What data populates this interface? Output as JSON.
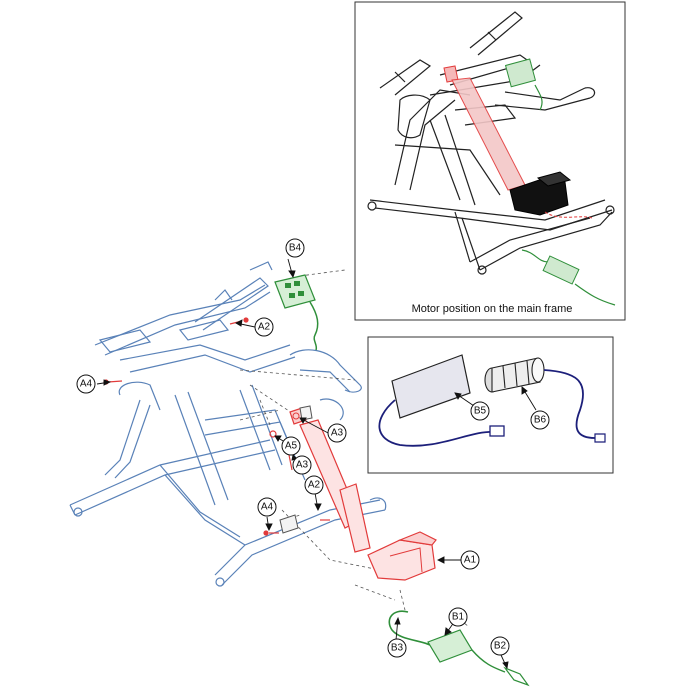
{
  "inset_caption": "Motor position on the main frame",
  "callouts": {
    "A1": "A1",
    "A2_upper": "A2",
    "A2_lower": "A2",
    "A3_upper": "A3",
    "A3_lower": "A3",
    "A4_left": "A4",
    "A4_lower": "A4",
    "A5": "A5",
    "B1": "B1",
    "B2": "B2",
    "B3": "B3",
    "B4": "B4",
    "B5": "B5",
    "B6": "B6"
  },
  "colors": {
    "frame_blue": "#5a82b8",
    "actuator_red": "#e23b3b",
    "cord_green": "#2f8f3a",
    "cord_navy": "#1c1f7a",
    "outline": "#222222",
    "inset_motor": "#111111"
  }
}
